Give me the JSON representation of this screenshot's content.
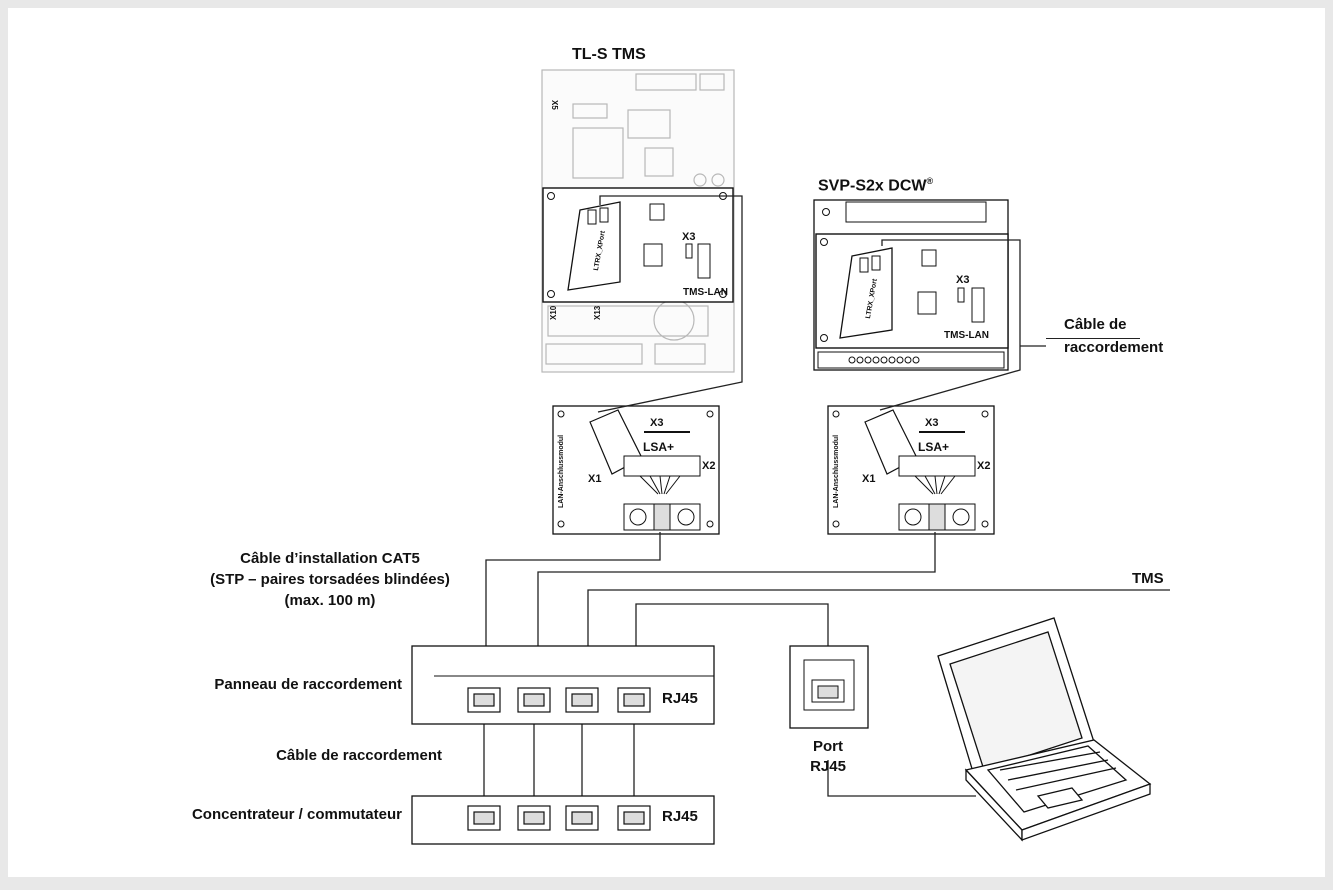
{
  "devices": {
    "tls_tms": {
      "title": "TL-S TMS",
      "module": "TMS-LAN",
      "jumper": "X3",
      "xport": "LTRX_XPort"
    },
    "svp": {
      "title": "SVP-S2x DCW",
      "reg": "®",
      "module": "TMS-LAN",
      "jumper": "X3",
      "xport": "LTRX_XPort"
    }
  },
  "lan_modules": {
    "left": {
      "x3": "X3",
      "lsa": "LSA+",
      "x2": "X2",
      "x1": "X1",
      "side": "LAN-Anschlussmodul"
    },
    "right": {
      "x3": "X3",
      "lsa": "LSA+",
      "x2": "X2",
      "x1": "X1",
      "side": "LAN-Anschlussmodul"
    }
  },
  "labels": {
    "cable_connect_top": [
      "Câble de",
      "raccordement"
    ],
    "cat5": [
      "Câble d’installation CAT5",
      "(STP – paires torsadées blindées)",
      "(max. 100 m)"
    ],
    "tms": "TMS",
    "patch_panel": "Panneau de raccordement",
    "patch_cable": "Câble de raccordement",
    "hub": "Concentrateur / commutateur",
    "rj45_panel": "RJ45",
    "rj45_hub": "RJ45",
    "port": [
      "Port",
      "RJ45"
    ]
  },
  "colors": {
    "background": "#e8e8e8",
    "panel": "#ffffff",
    "line": "#222222",
    "faded": "#b8b8b8"
  }
}
